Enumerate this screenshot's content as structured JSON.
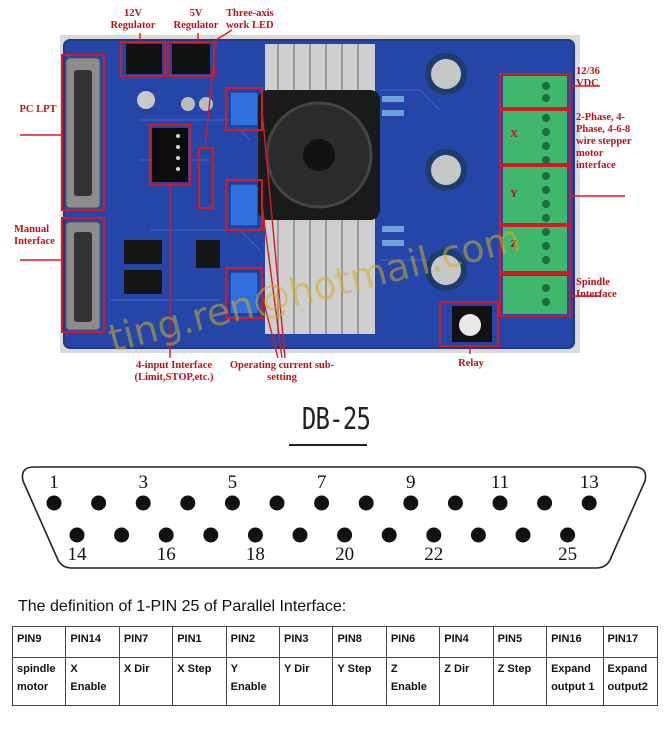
{
  "labels": {
    "reg12": "12V Regulator",
    "reg5": "5V Regulator",
    "led": "Three-axis work LED",
    "pc_lpt": "PC LPT",
    "manual": "Manual Interface",
    "vdc": "12/36 VDC",
    "stepper": "2-Phase, 4-Phase, 4-6-8 wire stepper motor interface",
    "spindle": "Spindle Interface",
    "input4": "4-input Interface (Limit,STOP,etc.)",
    "current": "Operating current sub-setting",
    "relay": "Relay",
    "axis_x": "X",
    "axis_y": "Y",
    "axis_z": "Z"
  },
  "watermark": "ting.ren@hotmail.com",
  "connector": {
    "title": "DB-25",
    "top_pin_labels": [
      "1",
      "3",
      "5",
      "7",
      "9",
      "11",
      "13"
    ],
    "bottom_pin_labels": [
      "14",
      "16",
      "18",
      "20",
      "22",
      "25"
    ]
  },
  "table": {
    "heading": "The definition of 1-PIN 25 of Parallel Interface:",
    "headers": [
      "PIN9",
      "PIN14",
      "PIN7",
      "PIN1",
      "PIN2",
      "PIN3",
      "PIN8",
      "PIN6",
      "PIN4",
      "PIN5",
      "PIN16",
      "PIN17"
    ],
    "values": [
      "spindle motor",
      "X Enable",
      "X Dir",
      "X Step",
      "Y Enable",
      "Y Dir",
      "Y Step",
      "Z Enable",
      "Z Dir",
      "Z Step",
      "Expand output 1",
      "Expand output2"
    ]
  }
}
